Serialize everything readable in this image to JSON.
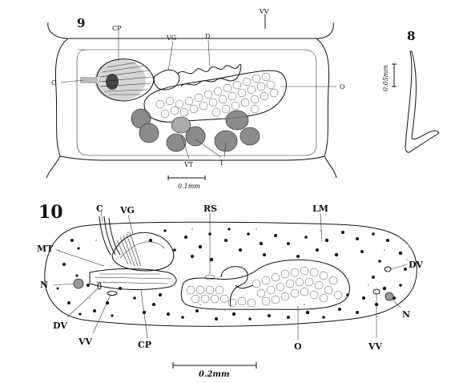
{
  "figures": {
    "fig9": {
      "number": "9",
      "labels": {
        "cp": "CP",
        "vg": "VG",
        "d": "D",
        "vv": "VV",
        "c": "C",
        "o": "O",
        "vt": "VT",
        "t": "T"
      },
      "scale": "0.1mm"
    },
    "fig8": {
      "number": "8",
      "scale": "0.05mm"
    },
    "fig10": {
      "number": "10",
      "labels": {
        "c": "C",
        "vg": "VG",
        "rs": "RS",
        "lm": "LM",
        "mt": "MT",
        "dv_right": "DV",
        "n_left": "N",
        "dv_left": "DV",
        "vv_left": "VV",
        "cp": "CP",
        "o": "O",
        "vv_right": "VV",
        "n_right": "N"
      },
      "scale": "0.2mm"
    }
  }
}
